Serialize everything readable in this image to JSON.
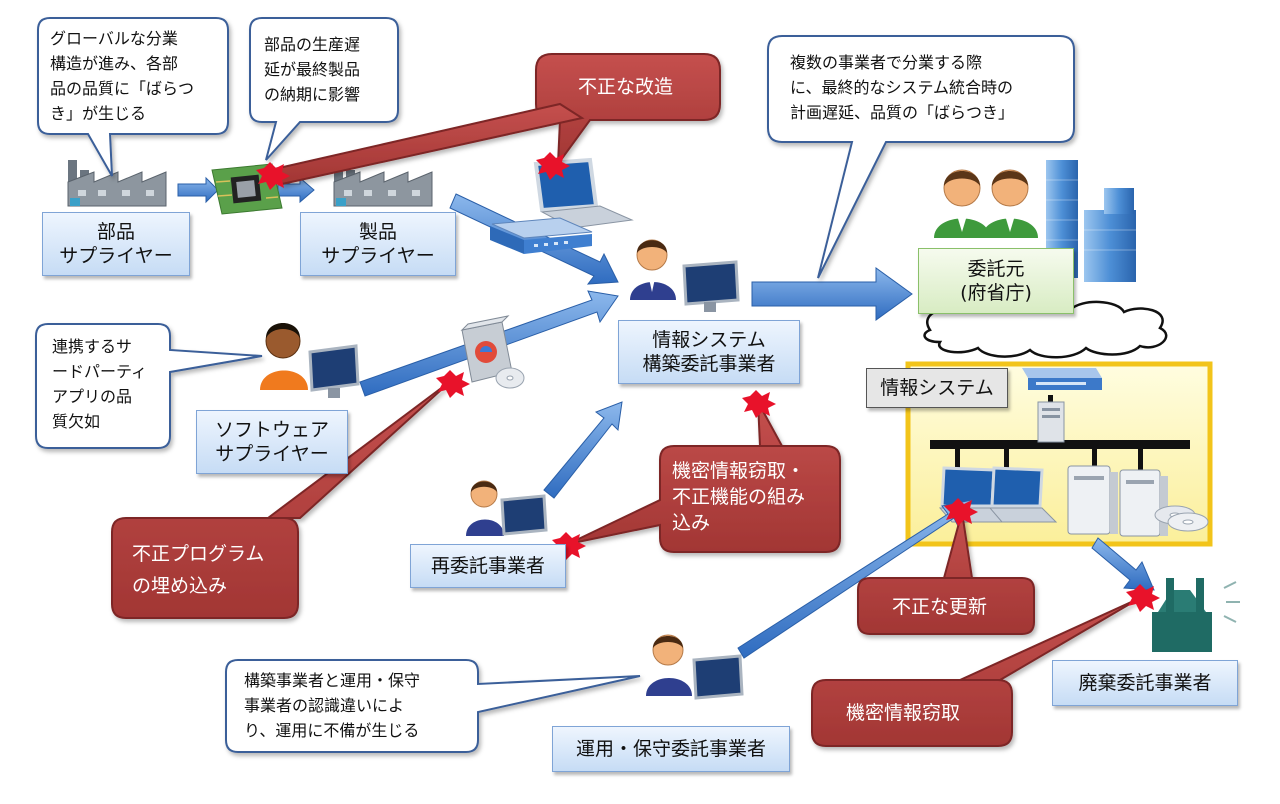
{
  "actors": {
    "parts_supplier": [
      "部品",
      "サプライヤー"
    ],
    "product_supplier": [
      "製品",
      "サプライヤー"
    ],
    "software_supplier": [
      "ソフトウェア",
      "サプライヤー"
    ],
    "info_system_builder": [
      "情報システム",
      "構築委託事業者"
    ],
    "subcontractor": "再委託事業者",
    "client": [
      "委託元",
      "(府省庁)"
    ],
    "info_system": "情報システム",
    "disposal_contractor": "廃棄委託事業者",
    "operation_contractor": "運用・保守委託事業者"
  },
  "notes": {
    "global_division": [
      "グローバルな分業",
      "構造が進み、各部",
      "品の品質に「ばらつ",
      "き」が生じる"
    ],
    "production_delay": [
      "部品の生産遅",
      "延が最終製品",
      "の納期に影響"
    ],
    "multi_vendor": [
      "複数の事業者で分業する際",
      "に、最終的なシステム統合時の",
      "計画遅延、品質の「ばらつき」"
    ],
    "third_party_app": [
      "連携するサ",
      "ードパーティ",
      "アプリの品",
      "質欠如"
    ],
    "ops_misunderstanding": [
      "構築事業者と運用・保守",
      "事業者の認識違いによ",
      "り、運用に不備が生じる"
    ]
  },
  "threats": {
    "tampering": "不正な改造",
    "malware_embed": [
      "不正プログラム",
      "の埋め込み"
    ],
    "theft_and_backdoor": [
      "機密情報窃取・",
      "不正機能の組み",
      "込み"
    ],
    "illegal_update": "不正な更新",
    "info_theft": "機密情報窃取"
  },
  "colors": {
    "box_border": "#7fa4d6",
    "box_fill": "#d6e6f8",
    "client_fill": "#e2f0d2",
    "threat_fill": "#b3403f",
    "threat_border": "#8a2a2a",
    "burst": "#e8122a",
    "arrow": "#3f7fd0",
    "system_fill": "#fdf7c2",
    "system_border": "#f2c41a"
  }
}
